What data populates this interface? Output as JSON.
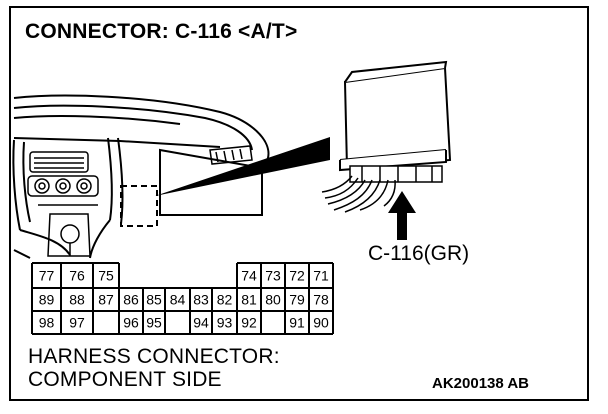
{
  "title": "CONNECTOR: C-116 <A/T>",
  "connector_callout": "C-116(GR)",
  "caption": {
    "line1": "HARNESS CONNECTOR:",
    "line2": "COMPONENT SIDE"
  },
  "figure_code": "AK200138 AB",
  "pinout": {
    "row1": [
      "77",
      "76",
      "75",
      "",
      "",
      "",
      "",
      "",
      "74",
      "73",
      "72",
      "71"
    ],
    "row2": [
      "89",
      "88",
      "87",
      "86",
      "85",
      "84",
      "83",
      "82",
      "81",
      "80",
      "79",
      "78"
    ],
    "row3": [
      "98",
      "97",
      "",
      "96",
      "95",
      "",
      "94",
      "93",
      "92",
      "",
      "91",
      "90"
    ]
  }
}
